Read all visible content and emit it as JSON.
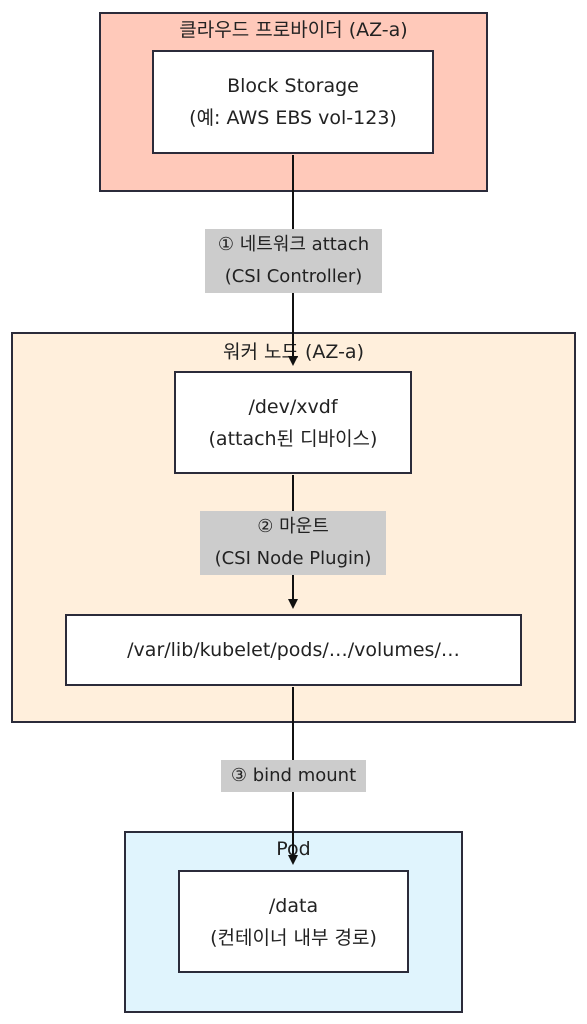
{
  "colors": {
    "cloud_fill": "#ffc9ba",
    "node_fill": "#ffefdc",
    "pod_fill": "#e0f4fd",
    "label_bg": "#cccccc",
    "stroke": "#2b2b3a",
    "arrow": "#111111"
  },
  "cloud": {
    "title": "클라우드 프로바이더 (AZ-a)",
    "block_storage": {
      "line1": "Block Storage",
      "line2": "(예: AWS EBS vol-123)"
    }
  },
  "edge_attach": {
    "line1": "① 네트워크 attach",
    "line2": "(CSI Controller)"
  },
  "node": {
    "title": "워커 노드 (AZ-a)",
    "device": {
      "line1": "/dev/xvdf",
      "line2": "(attach된 디바이스)"
    },
    "edge_mount": {
      "line1": "② 마운트",
      "line2": "(CSI Node Plugin)"
    },
    "kubelet_path": "/var/lib/kubelet/pods/…/volumes/…"
  },
  "edge_bind": {
    "label": "③ bind mount"
  },
  "pod": {
    "title": "Pod",
    "data": {
      "line1": "/data",
      "line2": "(컨테이너 내부 경로)"
    }
  }
}
